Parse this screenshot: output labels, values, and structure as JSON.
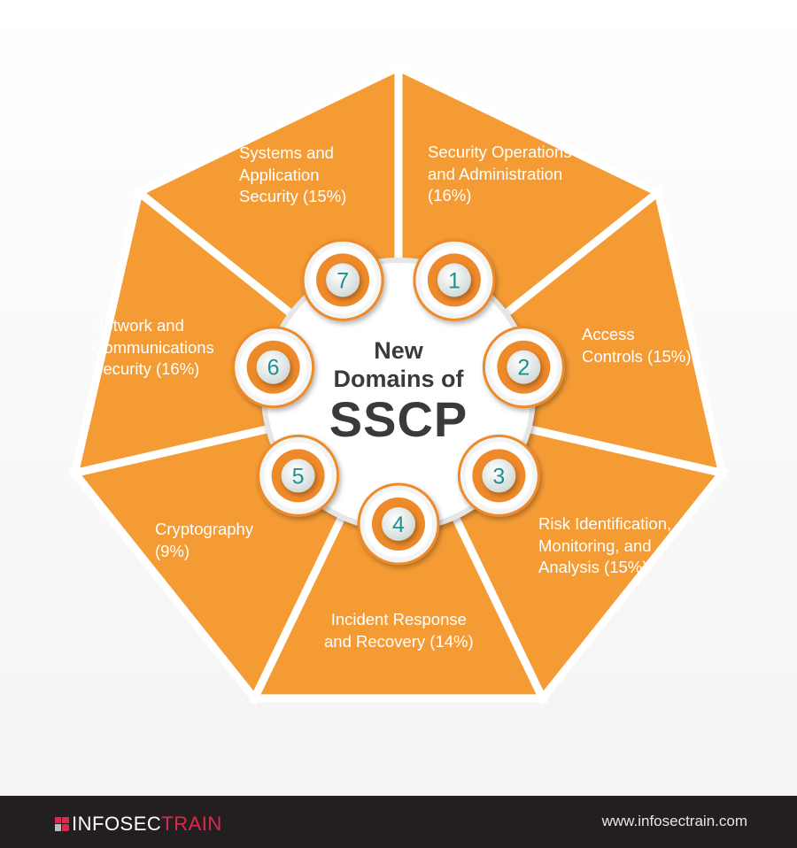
{
  "center_title": {
    "line1": "New",
    "line2": "Domains of",
    "line3": "SSCP"
  },
  "segments": [
    {
      "number": "1",
      "lines": [
        "Security Operations",
        "and Administration",
        "(16%)"
      ]
    },
    {
      "number": "2",
      "lines": [
        "Access",
        "Controls (15%)"
      ]
    },
    {
      "number": "3",
      "lines": [
        "Risk Identification,",
        "Monitoring, and",
        "Analysis (15%)"
      ]
    },
    {
      "number": "4",
      "lines": [
        "Incident Response",
        "and Recovery (14%)"
      ]
    },
    {
      "number": "5",
      "lines": [
        "Cryptography",
        "(9%)"
      ]
    },
    {
      "number": "6",
      "lines": [
        "Network and",
        "Communications",
        "Security (16%)"
      ]
    },
    {
      "number": "7",
      "lines": [
        "Systems and",
        "Application",
        "Security (15%)"
      ]
    }
  ],
  "footer": {
    "brand_main": "INFOSEC",
    "brand_accent": "TRAIN",
    "url": "www.infosectrain.com"
  },
  "colors": {
    "orange": "#f59b34",
    "ring": "#ee8a2a",
    "number": "#1f8f8f",
    "footer": "#231f20",
    "brand": "#e0284f"
  }
}
